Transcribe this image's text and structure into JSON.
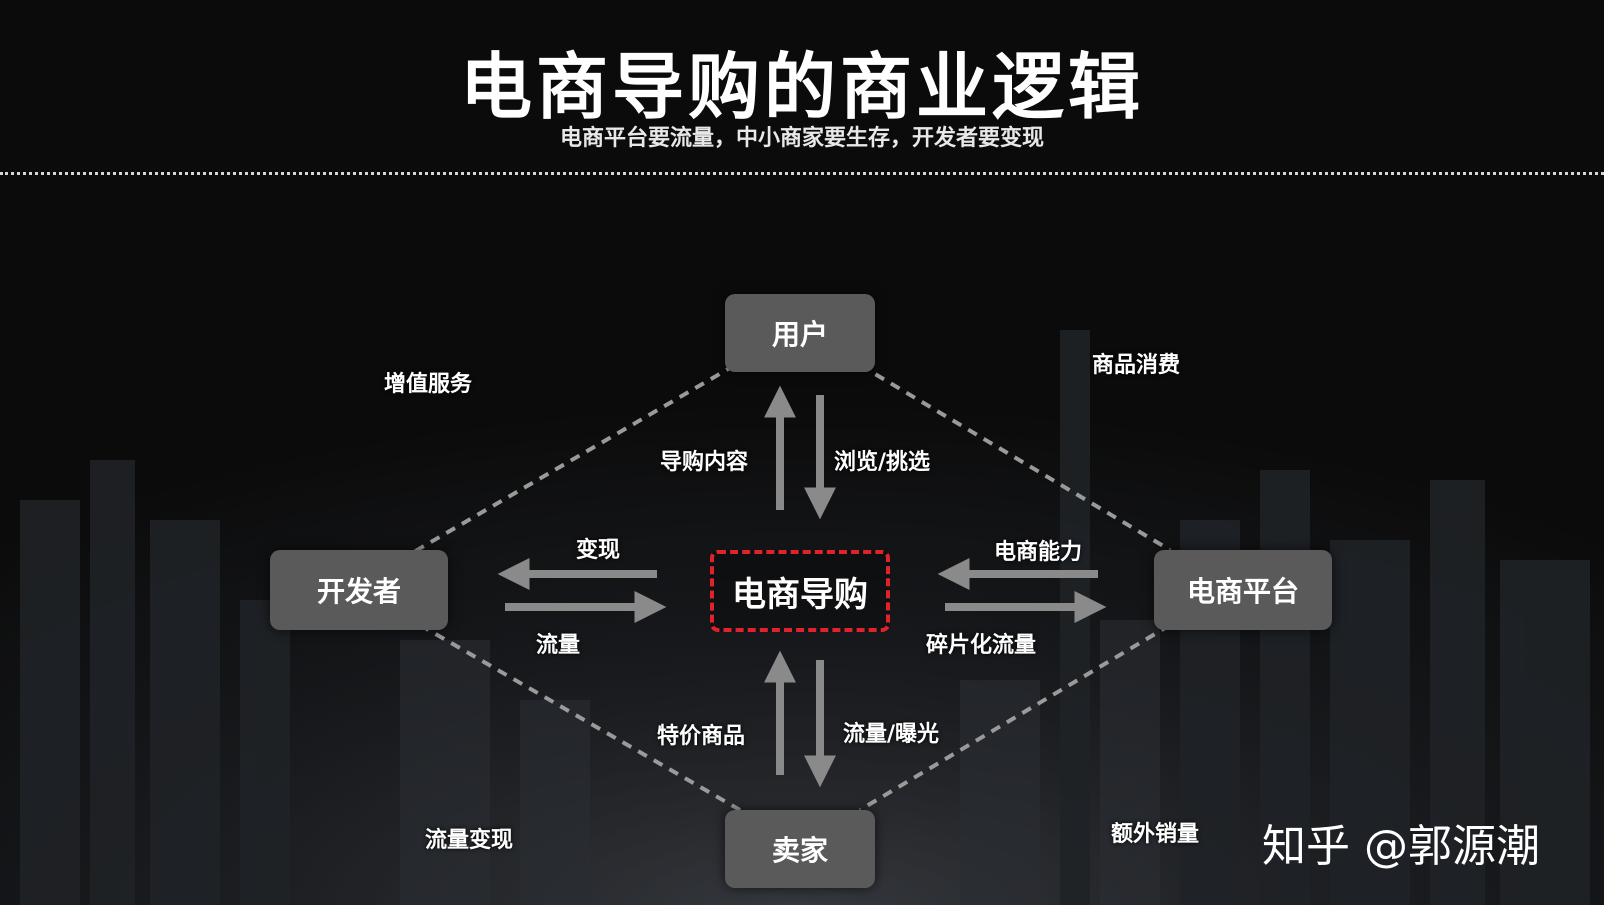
{
  "title": "电商导购的商业逻辑",
  "subtitle": "电商平台要流量，中小商家要生存，开发者要变现",
  "nodes": {
    "user": "用户",
    "developer": "开发者",
    "platform": "电商平台",
    "seller": "卖家",
    "center": "电商导购"
  },
  "labels": {
    "value_added": "增值服务",
    "consumption": "商品消费",
    "guide_content": "导购内容",
    "browse": "浏览/挑选",
    "monetize": "变现",
    "traffic": "流量",
    "ecom_ability": "电商能力",
    "fragmented_traffic": "碎片化流量",
    "special_goods": "特价商品",
    "traffic_exposure": "流量/曝光",
    "traffic_monetize": "流量变现",
    "extra_sales": "额外销量"
  },
  "watermark": "知乎 @郭源潮",
  "colors": {
    "node_bg": "#5a5a5a",
    "center_border": "#e0222a",
    "arrow": "#8a8a8a",
    "dashed_line": "#9a9a9a"
  }
}
